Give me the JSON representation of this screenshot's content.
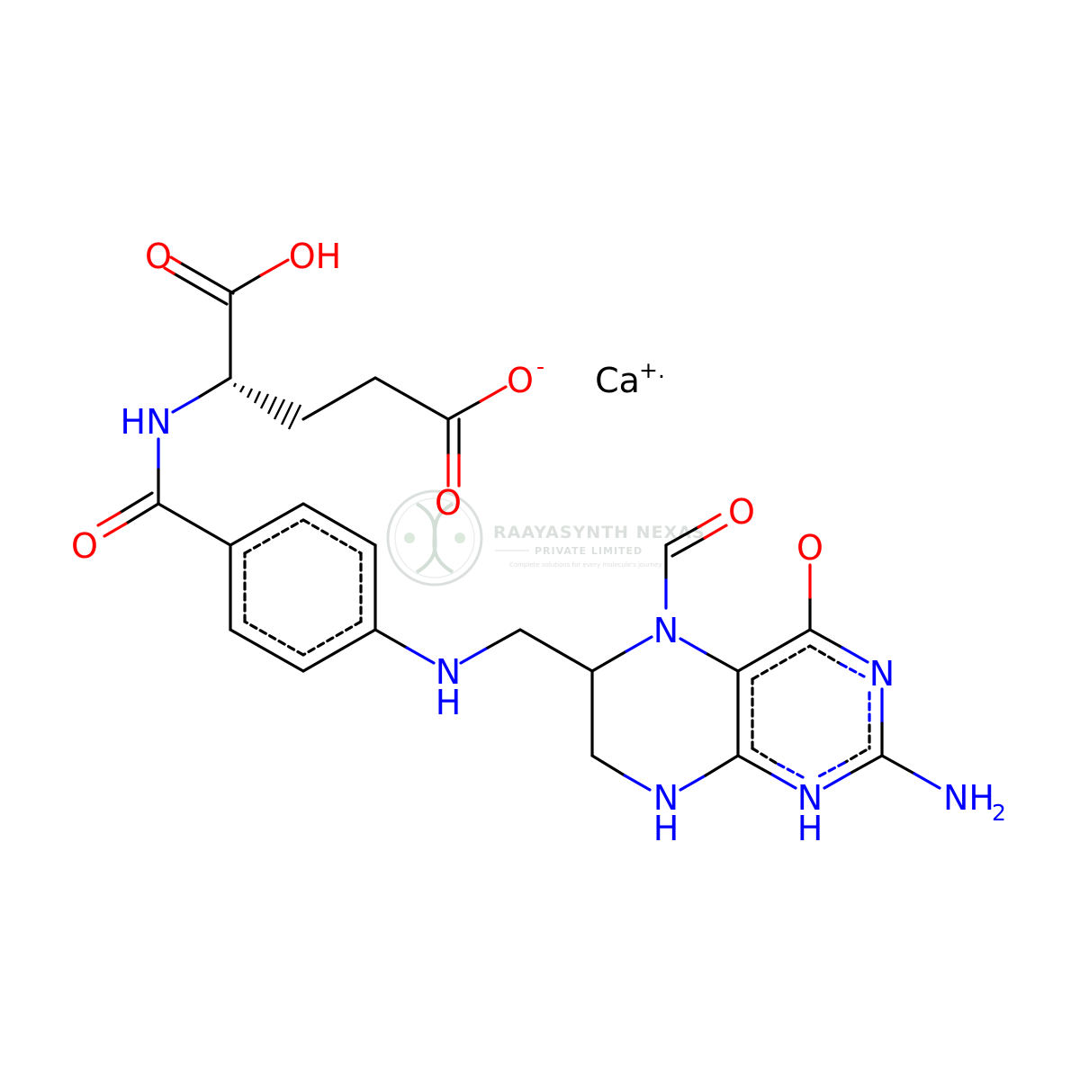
{
  "colors": {
    "carbon": "#000000",
    "nitrogen": "#0000ff",
    "oxygen": "#ff0000",
    "watermark": "#9aa7a0"
  },
  "atoms": {
    "o_acid_carbonyl": "O",
    "oh_acid": "OH",
    "o_minus": "O",
    "o_minus_charge": "-",
    "ca": "Ca",
    "ca_charge": "+.",
    "nh_amide": "HN",
    "o_amide": "O",
    "o_side_carbonyl": "O",
    "o_formyl": "O",
    "n_formyl": "N",
    "o_keto": "O",
    "n_pyrimidine": "N",
    "nh_linker_n": "N",
    "nh_linker_h": "H",
    "nh_ring_n": "N",
    "nh_ring_h": "H",
    "nh_pyr_n": "N",
    "nh_pyr_h": "H",
    "nh2_n": "NH",
    "nh2_sub": "2"
  },
  "watermark": {
    "title": "RAAYASYNTH NEXAS",
    "subtitle": "PRIVATE LIMITED",
    "tagline": "Complete solutions for every molecule's journey"
  }
}
